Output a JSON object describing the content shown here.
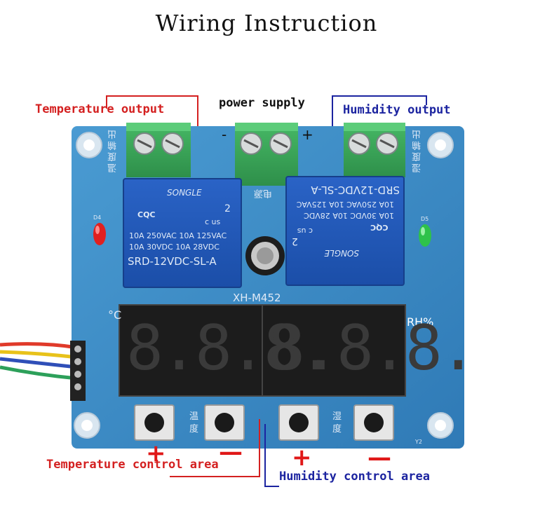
{
  "title": "Wiring Instruction",
  "labels": {
    "temperature_output": "Temperature output",
    "power_supply": "power supply",
    "humidity_output": "Humidity output",
    "temperature_control_area": "Temperature control area",
    "humidity_control_area": "Humidity control area"
  },
  "signs": {
    "minus": "-",
    "plus": "+",
    "temp_plus": "+",
    "temp_minus": "—",
    "hum_plus": "+",
    "hum_minus": "—"
  },
  "board": {
    "model": "XH-M452",
    "rh": "RH%",
    "celsius": "°C",
    "led_left": "D4",
    "led_right": "D5",
    "relay_brand": "SONGLE",
    "relay_model": "SRD-12VDC-SL-A",
    "relay_rating_1": "10A 250VAC  10A 125VAC",
    "relay_rating_2": "10A  30VDC  10A  28VDC",
    "relay_cert": "CQC",
    "relay_num": "2",
    "relay_us": "c  us",
    "cn_power": "电源",
    "cn_temp_out": "温度输出",
    "cn_hum_out": "湿度输出",
    "cn_temp": "温度",
    "cn_hum": "湿度",
    "y2": "Y2",
    "display_left": "8.8.8.",
    "display_right": "8.8.8."
  },
  "colors": {
    "board": "#3f8fc7",
    "terminal": "#3aa757",
    "relay": "#2257b8",
    "display": "#1a1a1a",
    "accent_red": "#d42020",
    "accent_blue": "#1c24a0"
  }
}
